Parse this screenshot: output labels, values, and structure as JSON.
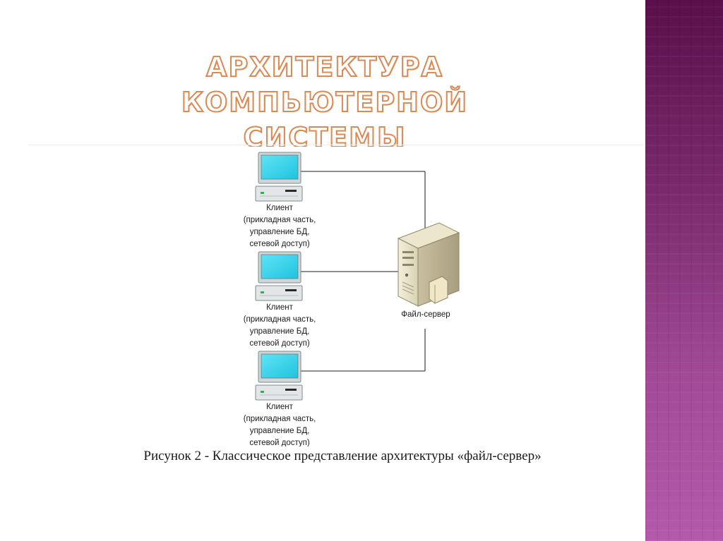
{
  "slide": {
    "title_lines": [
      "АРХИТЕКТУРА КОМПЬЮТЕРНОЙ",
      "СИСТЕМЫ"
    ],
    "caption": "Рисунок 2 - Классическое представление архитектуры «файл-сервер»"
  },
  "diagram": {
    "clients": [
      {
        "lines": [
          "Клиент",
          "(прикладная часть,",
          "управление БД,",
          "сетевой доступ)"
        ]
      },
      {
        "lines": [
          "Клиент",
          "(прикладная часть,",
          "управление БД,",
          "сетевой доступ)"
        ]
      },
      {
        "lines": [
          "Клиент",
          "(прикладная часть,",
          "управление БД,",
          "сетевой доступ)"
        ]
      }
    ],
    "server": {
      "label": "Файл-сервер"
    }
  },
  "colors": {
    "title_outline": "#d98a55",
    "side_band": "#7a2a6c",
    "screen": "#2ad0ea",
    "connector": "#4a4a4a"
  },
  "icons": [
    "desktop-computer-icon",
    "file-server-icon"
  ]
}
